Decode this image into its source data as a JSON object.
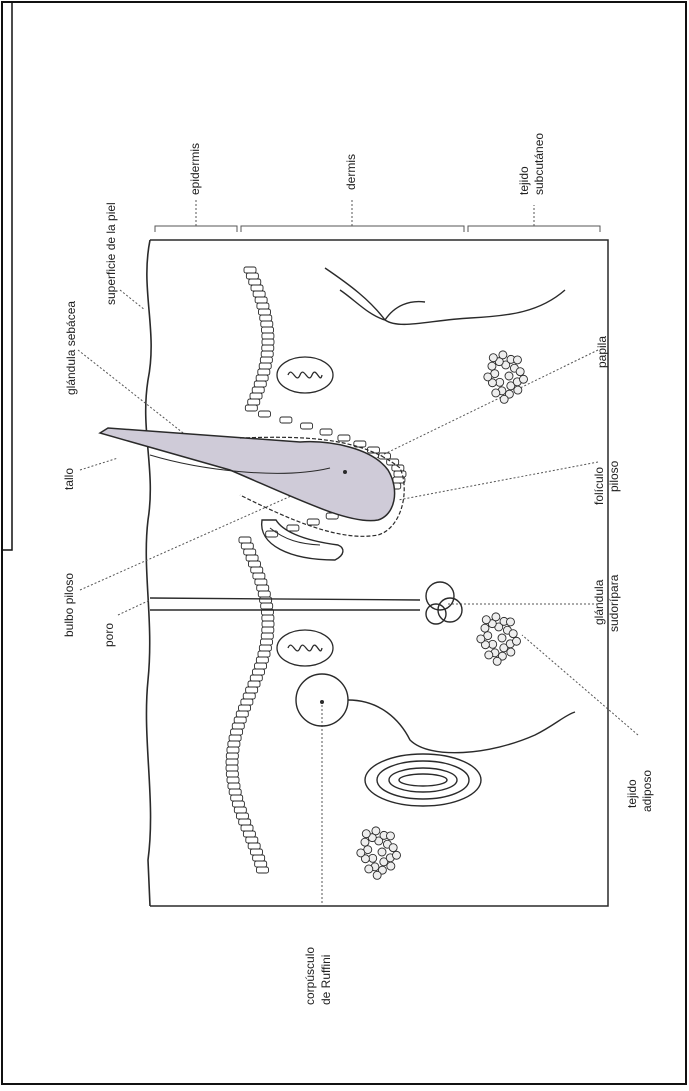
{
  "diagram": {
    "labels": {
      "epidermis": "epidermis",
      "dermis": "dermis",
      "tejido_subcutaneo_1": "tejido",
      "tejido_subcutaneo_2": "subcutáneo",
      "superficie": "superficie de la piel",
      "glandula_sebacea": "glándula sebácea",
      "tallo": "tallo",
      "bulbo_piloso": "bulbo piloso",
      "poro": "poro",
      "corpusculo_1": "corpúsculo",
      "corpusculo_2": "de Ruffini",
      "papila": "papila",
      "foliculo_1": "folículo",
      "foliculo_2": "piloso",
      "glandula_sudoripara_1": "glándula",
      "glandula_sudoripara_2": "sudorípara",
      "tejido_adiposo_1": "tejido",
      "tejido_adiposo_2": "adiposo"
    },
    "colors": {
      "line": "#2a2a2a",
      "hair_fill": "#cfcbd8",
      "leader": "#555555"
    }
  }
}
